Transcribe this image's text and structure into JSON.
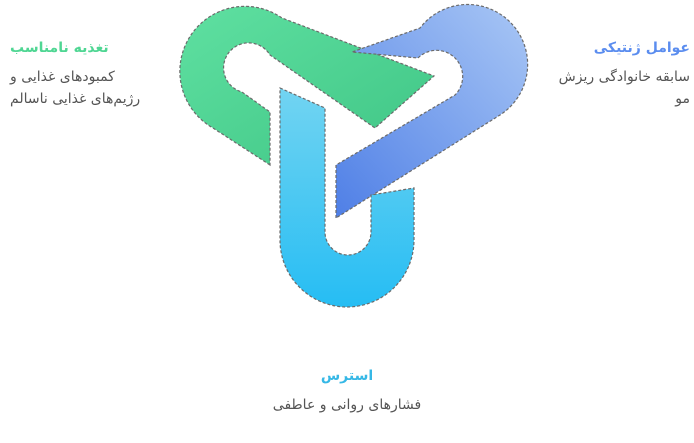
{
  "diagram": {
    "factors": [
      {
        "id": "nutrition",
        "title": "تغذیه نامناسب",
        "description_lines": [
          "کمبودهای غذایی و",
          "رژیم‌های غذایی ناسالم"
        ],
        "color": "#4fd693"
      },
      {
        "id": "genetic",
        "title": "عوامل ژنتیکی",
        "description_lines": [
          "سابقه خانوادگی ریزش",
          "مو"
        ],
        "color": "#5b8def"
      },
      {
        "id": "stress",
        "title": "استرس",
        "description_lines": [
          "فشارهای روانی و عاطفی"
        ],
        "color": "#36b8e6"
      }
    ]
  }
}
